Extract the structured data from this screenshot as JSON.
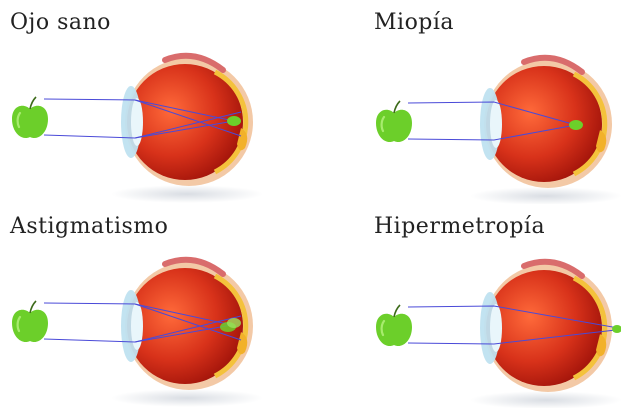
{
  "panels": [
    {
      "title": "Ojo sano",
      "condition": "healthy"
    },
    {
      "title": "Miopía",
      "condition": "myopia"
    },
    {
      "title": "Astigmatismo",
      "condition": "astigmatism"
    },
    {
      "title": "Hipermetropía",
      "condition": "hyperopia"
    }
  ],
  "colors": {
    "ray": "#4a4ad8",
    "apple": "#6ccf2a",
    "eyeball": "#d8321a",
    "sclera": "#f3c9a6",
    "cornea": "#bfe1f0",
    "shadow": "#d9dde3"
  }
}
